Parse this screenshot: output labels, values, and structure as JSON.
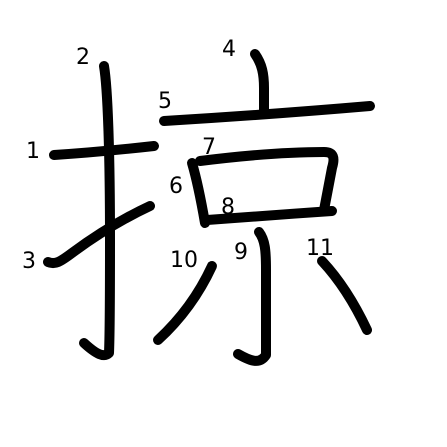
{
  "character": "掠",
  "colors": {
    "background": "#ffffff",
    "stroke": "#000000"
  },
  "stroke_labels": [
    "1",
    "2",
    "3",
    "4",
    "5",
    "6",
    "7",
    "8",
    "9",
    "10",
    "11"
  ]
}
